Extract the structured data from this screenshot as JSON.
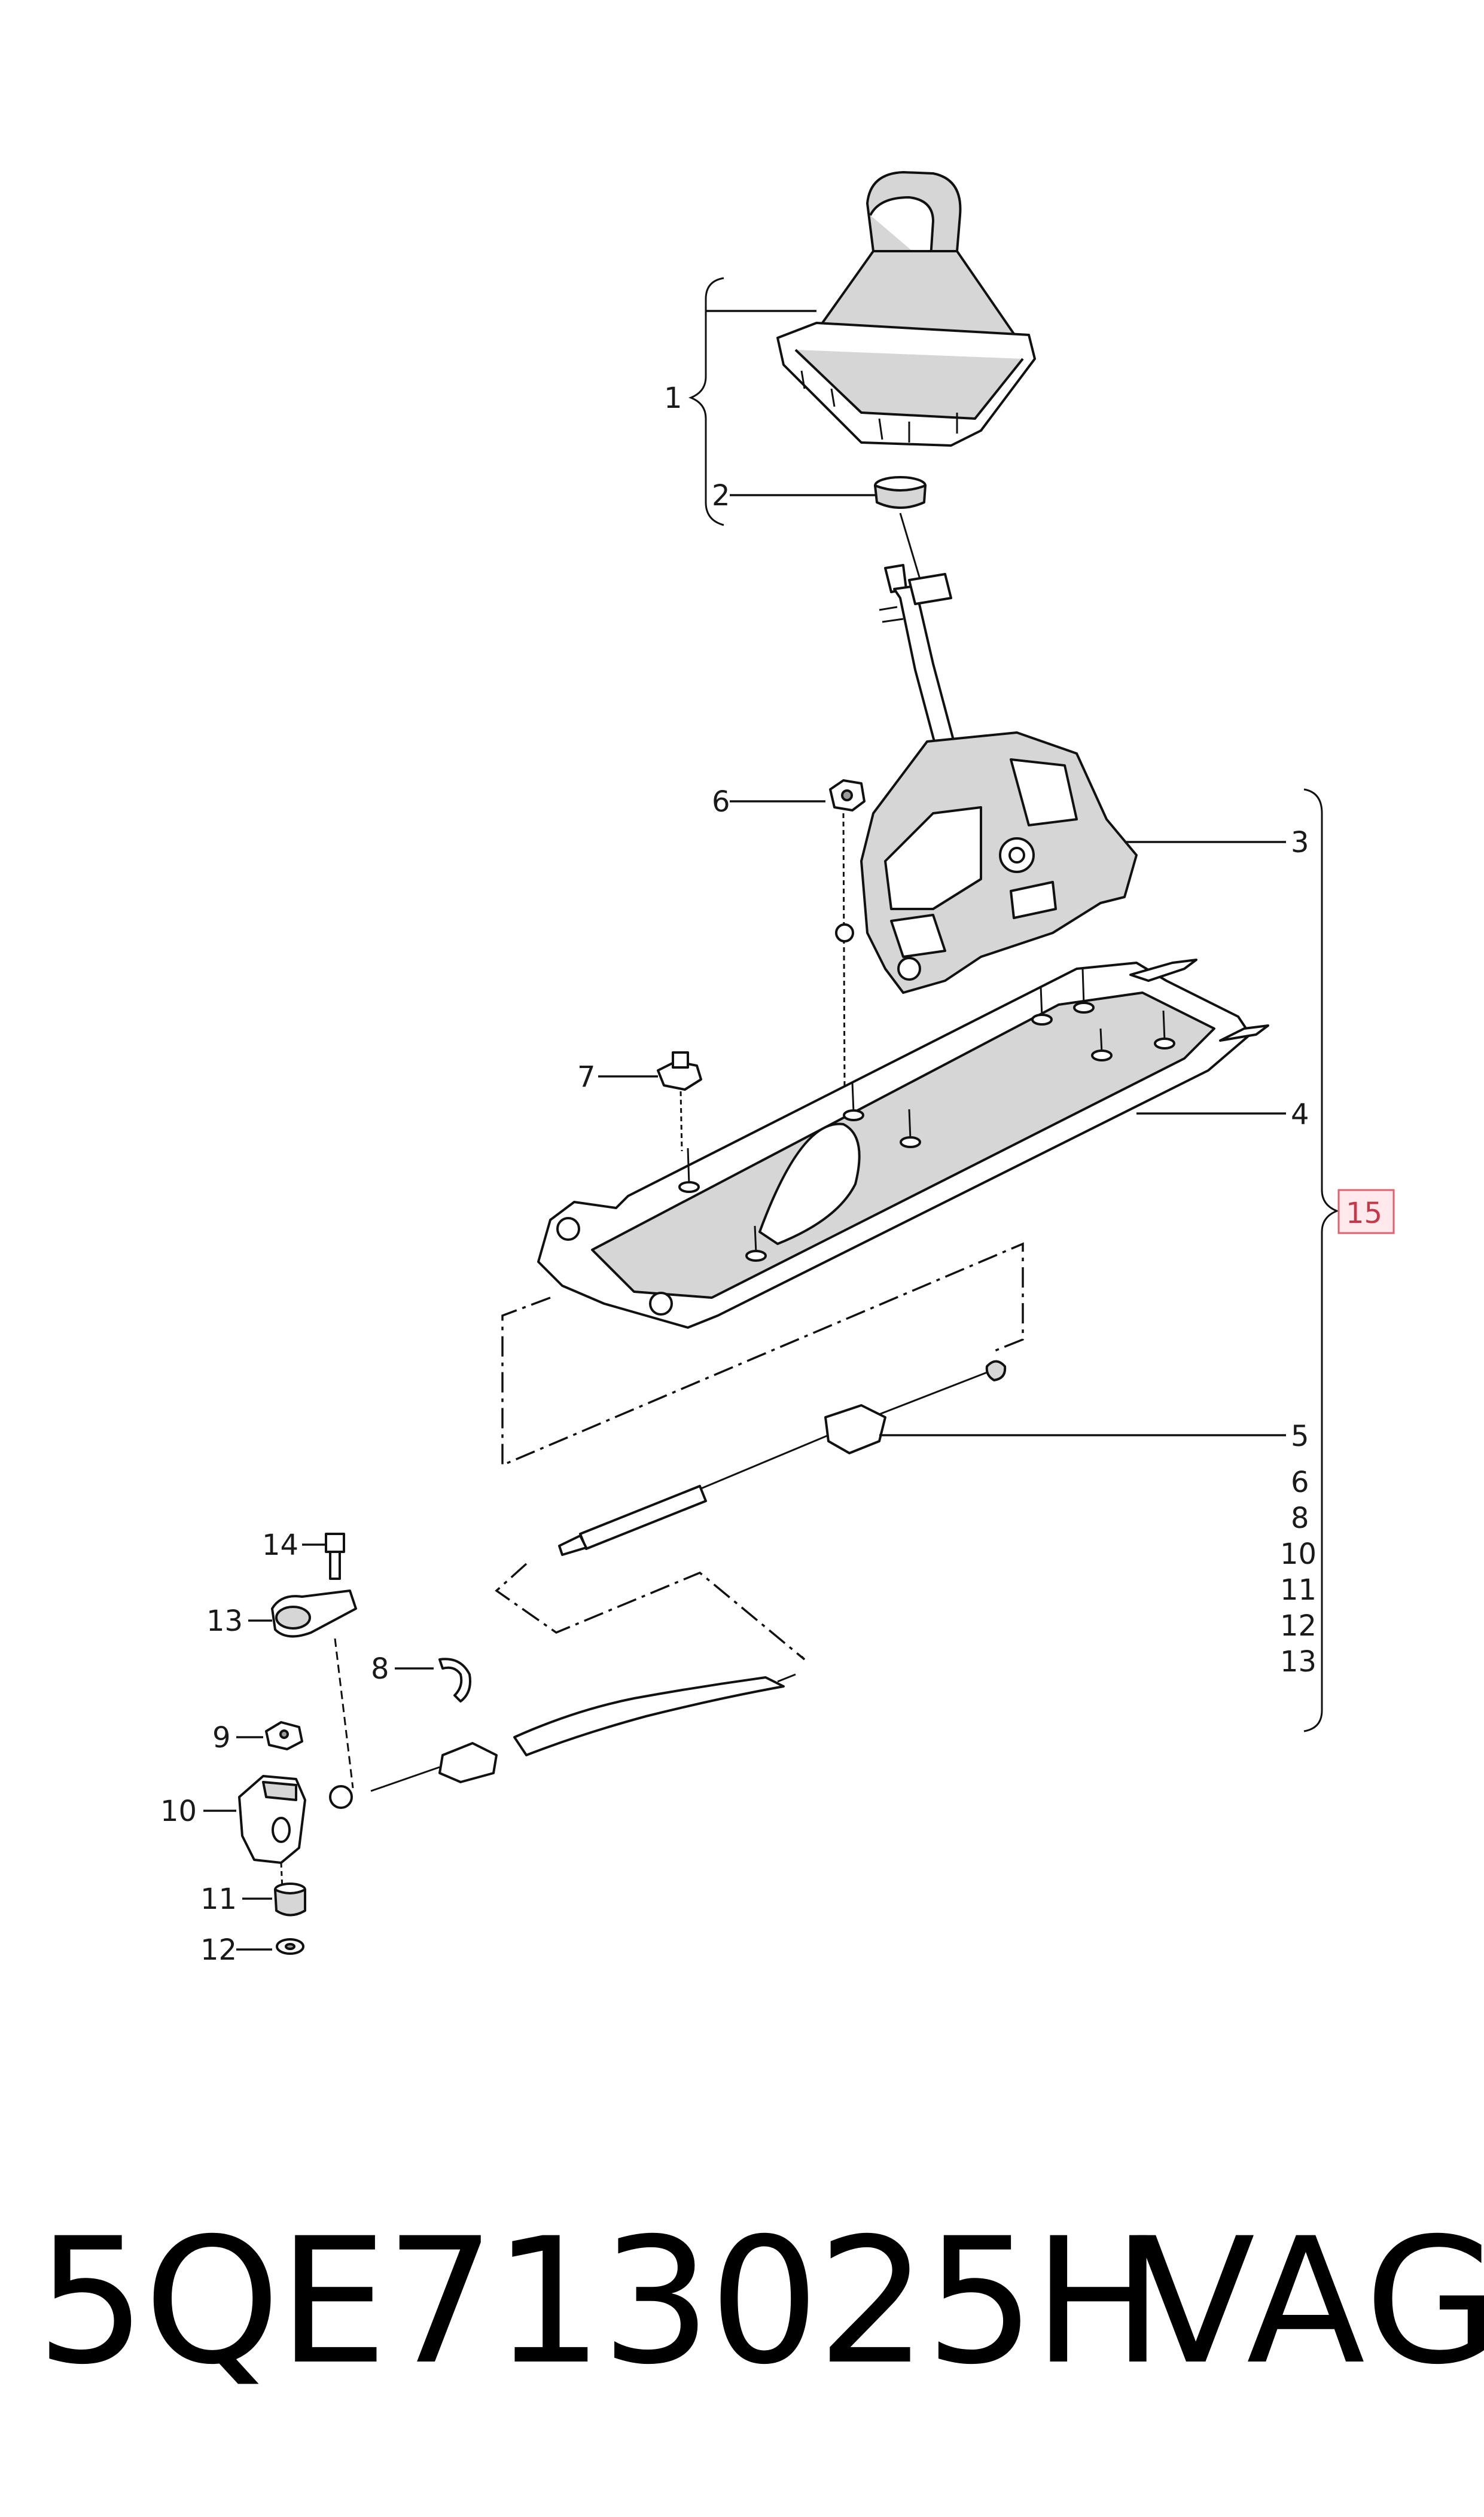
{
  "diagram": {
    "callouts": {
      "c1": "1",
      "c2": "2",
      "c3": "3",
      "c4": "4",
      "c5": "5",
      "c6": "6",
      "c7": "7",
      "c8": "8",
      "c9": "9",
      "c10": "10",
      "c11": "11",
      "c12": "12",
      "c13": "13",
      "c14": "14",
      "c15": "15"
    },
    "group_list": [
      "5",
      "6",
      "8",
      "10",
      "11",
      "12",
      "13"
    ],
    "highlight_color": "#e06070"
  },
  "footer": {
    "part_number": "5QE713025H",
    "brand": "VAG"
  }
}
